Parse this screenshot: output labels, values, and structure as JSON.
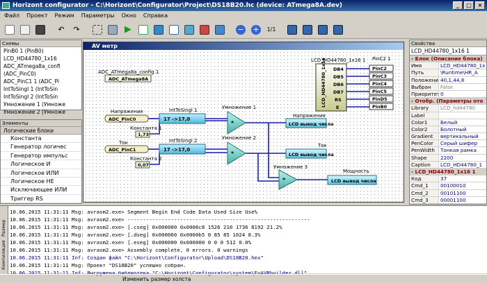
{
  "window": {
    "title": "Horizont configurator - C:\\Horizont\\Configurator\\Project\\DS18B20.hc (device: ATmega8A.dev)"
  },
  "menu": [
    "Файл",
    "Проект",
    "Режим",
    "Параметры",
    "Окно",
    "Справка"
  ],
  "toolbar": {
    "zoom_label": "1/1"
  },
  "schemes_panel": {
    "title": "Схемы",
    "items": [
      "PinB0 1 (PinB0)",
      "LCD_HD44780_1x16",
      "ADC_ATmega8a_confi",
      "(ADC_PinC0)",
      "ADC_PinC1 1 (ADC_Pi",
      "IntToSingl 1 (IntToSin",
      "IntToSingl 2 (IntToSin",
      "Умножение 1 (Умноже",
      "Умножение 2 (Умноже"
    ]
  },
  "elements_panel": {
    "title": "Элементы",
    "group": "Логические блоки",
    "items": [
      "Константа",
      "Генератор логичес",
      "Генератор импульс",
      "Логическое И",
      "Логическое ИЛИ",
      "Логическое НЕ",
      "Исключающее ИЛИ",
      "Триггер RS"
    ]
  },
  "canvas_window": {
    "title": "AV метр"
  },
  "diagram": {
    "adc_config_label": "ADC_ATmega8a_config 1",
    "adc_config_chip": "ADC_ATmega8A",
    "lcd_label": "LCD_HD44780_1x16 1",
    "lcd_chip": "LCD_HD44780_1x16",
    "lcd_pins": [
      "DB4",
      "DB5",
      "DB6",
      "DB7",
      "RS",
      "E"
    ],
    "pin_label": "PinC2 1",
    "pins": [
      "PinC2",
      "PinC3",
      "PinC4",
      "PinC5",
      "PinD5",
      "PinB0"
    ],
    "voltage_label": "Напряжение",
    "voltage_src": "ADC_PinC0",
    "current_label": "Ток",
    "current_src": "ADC_PinC1",
    "int1_label": "IntToSingl 1",
    "int1_text": "17 ->17,0",
    "int2_label": "IntToSingl 2",
    "int2_text": "17 ->17,0",
    "const1_label": "Константа 1",
    "const1_value": "1,73",
    "const2_label": "Константа 2",
    "const2_value": "0,07",
    "mul1_label": "Умножение 1",
    "mul2_label": "Умножение 2",
    "mul3_label": "Умножение 3",
    "out1_label": "Напряжения",
    "out2_label": "Ток",
    "out3_label": "Мощность",
    "lcd_out_text": "LCD вывод числа",
    "op_symbol": "*"
  },
  "properties_panel": {
    "title": "Свойства",
    "selected": "LCD_HD44780_1x16 1",
    "rows": [
      {
        "k": "- Блок (Описание блока)",
        "v": "",
        "cat": true
      },
      {
        "k": "Имя",
        "v": "LCD_HD44780_1x"
      },
      {
        "k": "Путь",
        "v": "\\Runtime\\HR_A"
      },
      {
        "k": "Положение",
        "v": "40,1,44,8"
      },
      {
        "k": "Выбран",
        "v": "False"
      },
      {
        "k": "Приоритет",
        "v": "0"
      },
      {
        "k": "- Отобр. (Параметры ото",
        "v": "",
        "cat": true
      },
      {
        "k": "Library",
        "v": "LCD_hd44780"
      },
      {
        "k": "Label",
        "v": ""
      },
      {
        "k": "Color1",
        "v": "Белый"
      },
      {
        "k": "Color2",
        "v": "Болотный"
      },
      {
        "k": "Gradient",
        "v": "вертикальный"
      },
      {
        "k": "PenColor",
        "v": "Серый шифер"
      },
      {
        "k": "PenWidth",
        "v": "Тонкая рамка"
      },
      {
        "k": "Shape",
        "v": "2200"
      },
      {
        "k": "Caption",
        "v": "LCD_HD44780_1"
      },
      {
        "k": "- LCD_HD44780_1x16 1",
        "v": "",
        "cat": true
      },
      {
        "k": "Код",
        "v": "37"
      },
      {
        "k": "Cmd_1",
        "v": "00100010"
      },
      {
        "k": "Cmd_2",
        "v": "00101100"
      },
      {
        "k": "Cmd_3",
        "v": "00001100"
      }
    ]
  },
  "log": {
    "tabs": [
      "Компиляция",
      "Размер"
    ],
    "lines": [
      {
        "text": "10.06.2015 11:31:11 Msg: avrasm2.exe> Segment  Begin    End    Code  Data  Used   Size  Use%",
        "color": "#000000"
      },
      {
        "text": "10.06.2015 11:31:11 Msg: avrasm2.exe> -----------------------------------------------------------",
        "color": "#000000"
      },
      {
        "text": "10.06.2015 11:31:11 Msg: avrasm2.exe> [.cseg] 0x000000 0x0006c8  1526   210  1736  8192  21.2%",
        "color": "#000000"
      },
      {
        "text": "10.06.2015 11:31:11 Msg: avrasm2.exe> [.dseg] 0x000060 0x0000b5     0    85    85  1024   8.3%",
        "color": "#000000"
      },
      {
        "text": "10.06.2015 11:31:11 Msg: avrasm2.exe> [.eseg] 0x000000 0x000000     0     0     0   512   0.0%",
        "color": "#000000"
      },
      {
        "text": "10.06.2015 11:31:11 Msg: avrasm2.exe> Assembly complete, 0 errors. 0 warnings",
        "color": "#000000"
      },
      {
        "text": "10.06.2015 11:31:11 Inf: Создан файл \"C:\\Horizont\\Configurator\\Upload\\DS18B20.hex\"",
        "color": "#000080"
      },
      {
        "text": "10.06.2015 11:31:11 Msg: Проект \"DS18B20\" успешно собран.",
        "color": "#000000"
      },
      {
        "text": "10.06.2015 11:31:11 Inf: Выгружена библиотека \"C:\\Horizont\\Configurator\\system\\EvAVRbuilder.dll\"",
        "color": "#000080"
      }
    ]
  },
  "status": {
    "text": "Изменить размер холста"
  }
}
